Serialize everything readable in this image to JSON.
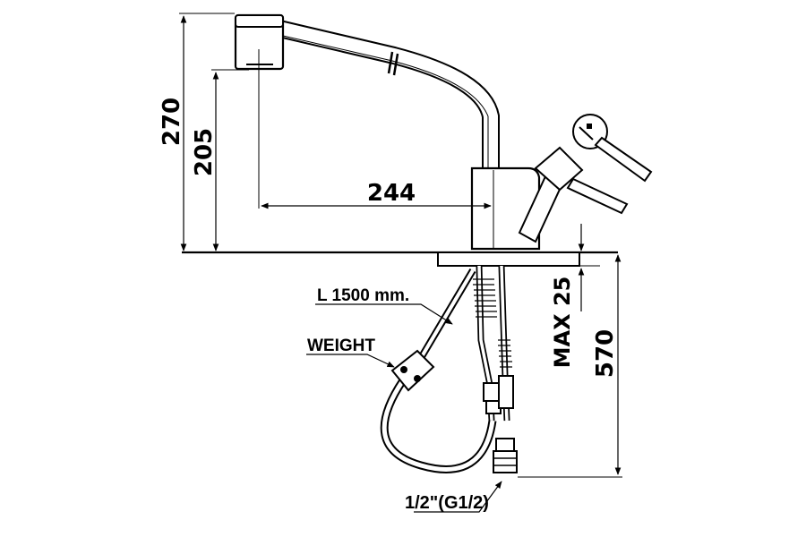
{
  "dimensions": {
    "total_height": "270",
    "spout_height": "205",
    "spout_reach": "244",
    "max_deck_thickness": "MAX 25",
    "under_deck_length": "570"
  },
  "annotations": {
    "hose_length": "L 1500 mm.",
    "weight": "WEIGHT",
    "connection_thread": "1/2\"(G1/2)"
  },
  "colors": {
    "line": "#000000",
    "background": "#ffffff"
  }
}
